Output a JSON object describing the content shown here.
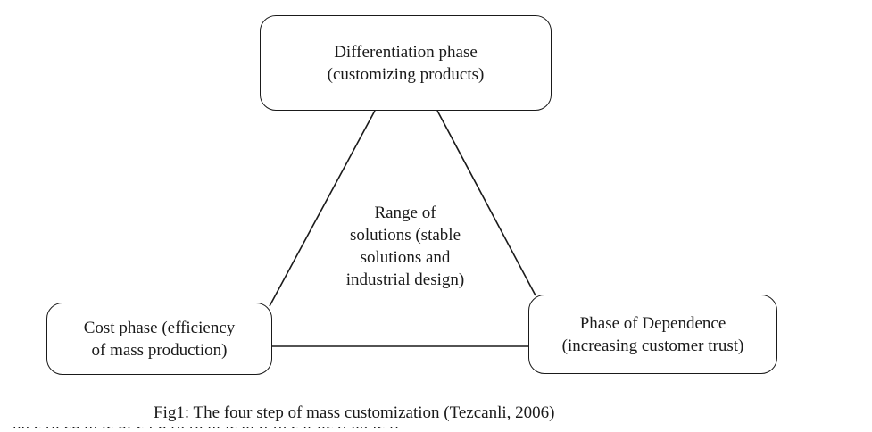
{
  "diagram": {
    "top_box": {
      "line1": "Differentiation phase",
      "line2": "(customizing products)"
    },
    "left_box": {
      "line1": "Cost phase (efficiency",
      "line2": "of mass production)"
    },
    "right_box": {
      "line1": "Phase of Dependence",
      "line2": "(increasing customer trust)"
    },
    "center": {
      "line1": "Range of",
      "line2": "solutions (stable",
      "line3": "solutions and",
      "line4": "industrial design)"
    }
  },
  "caption": "Fig1: The four step of mass customization (Tezcanli, 2006)"
}
